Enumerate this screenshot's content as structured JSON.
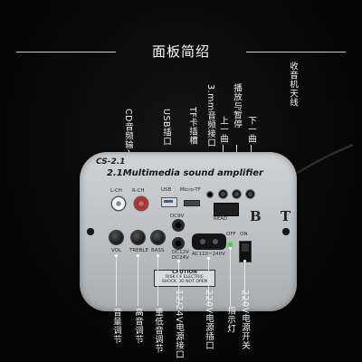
{
  "header": {
    "title": "面板简绍"
  },
  "callouts_top": [
    {
      "key": "cd_input",
      "text": "CD音频输入"
    },
    {
      "key": "usb",
      "text": "USB插口"
    },
    {
      "key": "tf",
      "text": "TF卡插槽"
    },
    {
      "key": "mm35",
      "text": "3.mm音频接口"
    },
    {
      "key": "prev",
      "text": "上一曲"
    },
    {
      "key": "play",
      "text": "播放与暂停"
    },
    {
      "key": "next",
      "text": "下一曲"
    },
    {
      "key": "antenna",
      "text": "收音机天线"
    }
  ],
  "callouts_bottom": [
    {
      "key": "volume",
      "text": "音量调节"
    },
    {
      "key": "treble",
      "text": "高音调节"
    },
    {
      "key": "bass",
      "text": "重低音调节"
    },
    {
      "key": "dc",
      "text": "12/24V电源接口"
    },
    {
      "key": "ac",
      "text": "220V电源插口"
    },
    {
      "key": "indicator",
      "text": "指示灯"
    },
    {
      "key": "power_switch",
      "text": "220V电源开关"
    }
  ],
  "panel": {
    "model": "CS-2.1",
    "subtitle": "2.1Multimedia sound amplifier",
    "labels": {
      "lch": "L-CH",
      "rch": "R-CH",
      "usb": "USB",
      "microtf": "Micro-TF",
      "dc9v": "DC9V",
      "read": "READ",
      "vol": "VOL",
      "treble": "TREBLE",
      "bass": "BASS",
      "dc12v": "DC12V",
      "dc24v": "DC24V",
      "ac": "AC110~240V",
      "off": "OFF",
      "on": "ON",
      "bt": "B T"
    },
    "caution": {
      "title": "CAUTION",
      "line1": "RISK OF ELECTRIC",
      "line2": "SHOCK DO NOT OPEN"
    }
  },
  "colors": {
    "background": "#050505",
    "panel": "#c4c8cb",
    "label_text": "#f2f2f2",
    "rca_red": "#c62828",
    "indicator": "#3fd13f"
  }
}
